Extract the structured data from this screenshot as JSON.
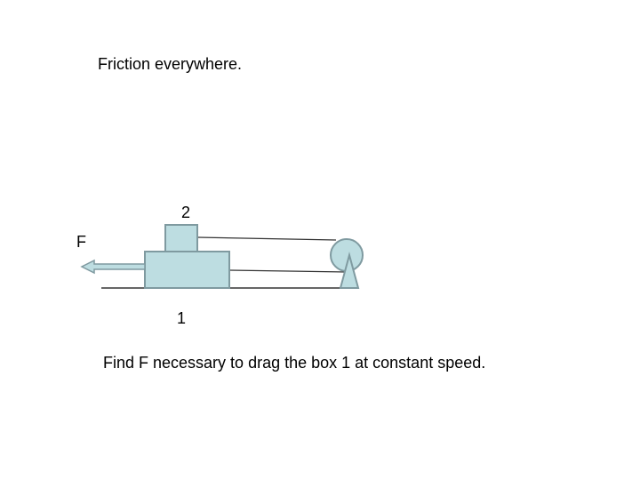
{
  "header": {
    "note": "Friction everywhere."
  },
  "labels": {
    "top_box": "2",
    "bottom_box": "1",
    "force": "F"
  },
  "question": "Find F necessary to drag the box 1 at constant speed.",
  "colors": {
    "box_fill": "#bddde1",
    "box_stroke": "#7f9aa0",
    "pulley_fill": "#bddde1",
    "rope": "#333333",
    "ground": "#333333",
    "arrow_fill": "#bddde1",
    "arrow_stroke": "#7f9aa0"
  }
}
